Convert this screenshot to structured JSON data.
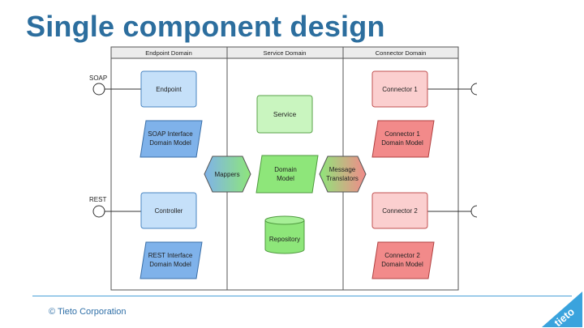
{
  "title": "Single component design",
  "footer": {
    "copyright": "© Tieto Corporation"
  },
  "logo": {
    "text": "tieto"
  },
  "diagram": {
    "lanes": [
      "Endpoint Domain",
      "Service Domain",
      "Connector Domain"
    ],
    "ports": [
      "SOAP",
      "REST"
    ],
    "nodes": {
      "endpoint": "Endpoint",
      "soap_model": [
        "SOAP Interface",
        "Domain Model"
      ],
      "controller": "Controller",
      "rest_model": [
        "REST Interface",
        "Domain Model"
      ],
      "service": "Service",
      "domain_model": [
        "Domain",
        "Model"
      ],
      "repository": "Repository",
      "mappers": "Mappers",
      "message_translators": [
        "Message",
        "Translators"
      ],
      "connector1": "Connector 1",
      "connector1_model": [
        "Connector 1",
        "Domain Model"
      ],
      "connector2": "Connector 2",
      "connector2_model": [
        "Connector 2",
        "Domain Model"
      ]
    },
    "colors": {
      "blue_fill": "#c5e0f9",
      "blue_stroke": "#4a86c2",
      "blue_para": "#7fb2ea",
      "green_fill": "#c9f5bf",
      "green_stroke": "#5aa24a",
      "green_para": "#8ee67a",
      "red_fill": "#fbcfcf",
      "red_stroke": "#c25151",
      "red_para": "#f28a8a"
    }
  }
}
